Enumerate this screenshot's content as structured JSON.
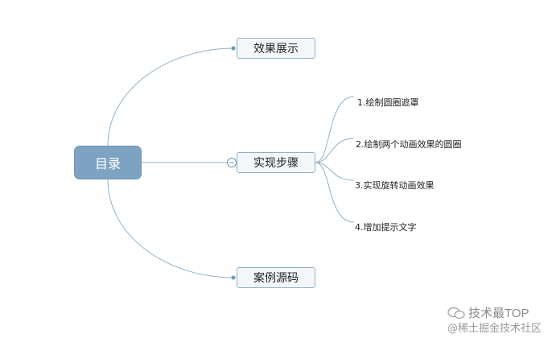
{
  "mindmap": {
    "root": "目录",
    "topics": [
      {
        "label": "效果展示"
      },
      {
        "label": "实现步骤",
        "children": [
          "1.绘制圆圈遮罩",
          "2.绘制两个动画效果的圆圈",
          "3.实现旋转动画效果",
          "4.增加提示文字"
        ]
      },
      {
        "label": "案例源码"
      }
    ]
  },
  "watermark": {
    "line1": "技术最TOP",
    "line2": "@稀土掘金技术社区"
  },
  "colors": {
    "root_fill": "#7ea3c2",
    "topic_fill": "#f3f7fa",
    "line": "#8fb0c8"
  }
}
